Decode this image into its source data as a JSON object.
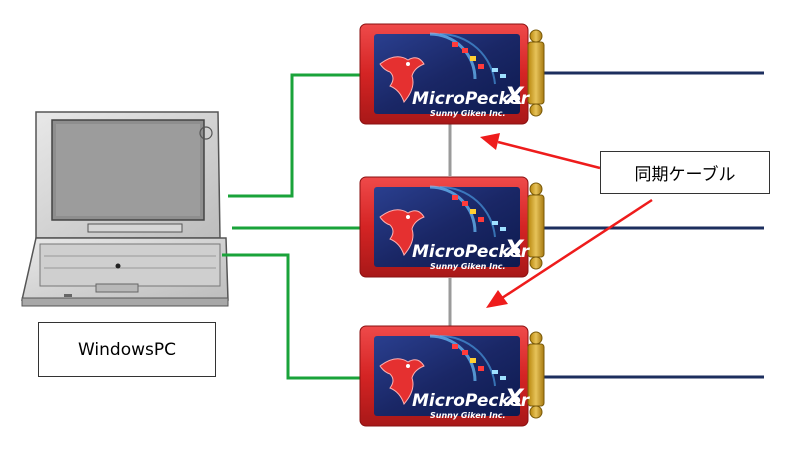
{
  "pc_label": "WindowsPC",
  "sync_cable_label": "同期ケーブル",
  "device": {
    "brand_main": "MicroPecker",
    "brand_suffix": "X",
    "maker": "Sunny Giken Inc."
  },
  "colors": {
    "usb_cable": "#1aa33a",
    "can_bus": "#1c2e5e",
    "sync_cable": "#9a9a9a",
    "arrow": "#ee1c1c",
    "device_body": "#d92b2b",
    "device_face": "#1a2a6a"
  }
}
